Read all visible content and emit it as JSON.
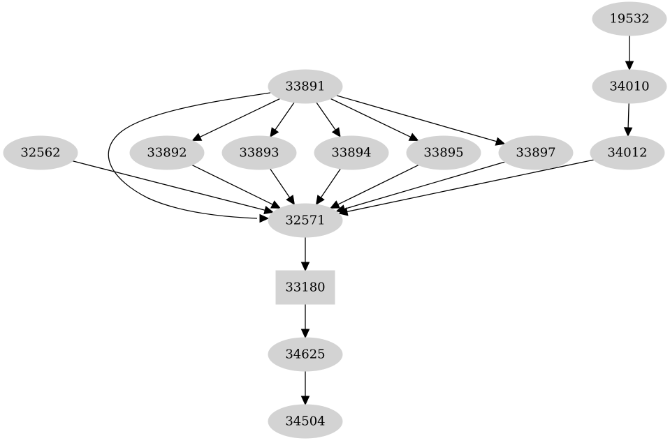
{
  "colors": {
    "node_fill": "#d3d3d3",
    "edge": "#000000",
    "background": "#ffffff"
  },
  "nodes": [
    {
      "id": "19532",
      "label": "19532",
      "shape": "ellipse"
    },
    {
      "id": "34010",
      "label": "34010",
      "shape": "ellipse"
    },
    {
      "id": "33891",
      "label": "33891",
      "shape": "ellipse"
    },
    {
      "id": "32562",
      "label": "32562",
      "shape": "ellipse"
    },
    {
      "id": "33892",
      "label": "33892",
      "shape": "ellipse"
    },
    {
      "id": "33893",
      "label": "33893",
      "shape": "ellipse"
    },
    {
      "id": "33894",
      "label": "33894",
      "shape": "ellipse"
    },
    {
      "id": "33895",
      "label": "33895",
      "shape": "ellipse"
    },
    {
      "id": "33897",
      "label": "33897",
      "shape": "ellipse"
    },
    {
      "id": "34012",
      "label": "34012",
      "shape": "ellipse"
    },
    {
      "id": "32571",
      "label": "32571",
      "shape": "ellipse"
    },
    {
      "id": "33180",
      "label": "33180",
      "shape": "box"
    },
    {
      "id": "34625",
      "label": "34625",
      "shape": "ellipse"
    },
    {
      "id": "34504",
      "label": "34504",
      "shape": "ellipse"
    }
  ],
  "edges": [
    {
      "from": "19532",
      "to": "34010"
    },
    {
      "from": "34010",
      "to": "34012"
    },
    {
      "from": "33891",
      "to": "33892"
    },
    {
      "from": "33891",
      "to": "33893"
    },
    {
      "from": "33891",
      "to": "33894"
    },
    {
      "from": "33891",
      "to": "33895"
    },
    {
      "from": "33891",
      "to": "33897"
    },
    {
      "from": "33891",
      "to": "32571"
    },
    {
      "from": "32562",
      "to": "32571"
    },
    {
      "from": "33892",
      "to": "32571"
    },
    {
      "from": "33893",
      "to": "32571"
    },
    {
      "from": "33894",
      "to": "32571"
    },
    {
      "from": "33895",
      "to": "32571"
    },
    {
      "from": "33897",
      "to": "32571"
    },
    {
      "from": "34012",
      "to": "32571"
    },
    {
      "from": "32571",
      "to": "33180"
    },
    {
      "from": "33180",
      "to": "34625"
    },
    {
      "from": "34625",
      "to": "34504"
    }
  ]
}
